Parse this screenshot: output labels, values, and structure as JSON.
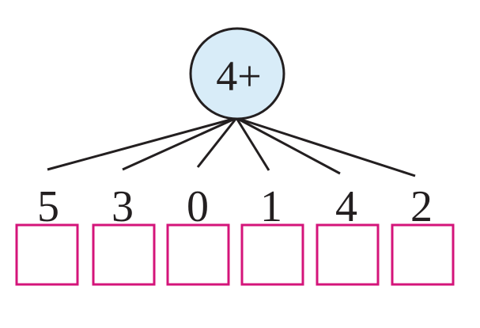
{
  "hub": {
    "label": "4+"
  },
  "numbers": [
    "5",
    "3",
    "0",
    "1",
    "4",
    "2"
  ],
  "answers": [
    "",
    "",
    "",
    "",
    "",
    ""
  ],
  "colors": {
    "hub_fill": "#d8ecf8",
    "stroke": "#231f20",
    "box_border": "#d4147a",
    "text": "#231f20"
  }
}
